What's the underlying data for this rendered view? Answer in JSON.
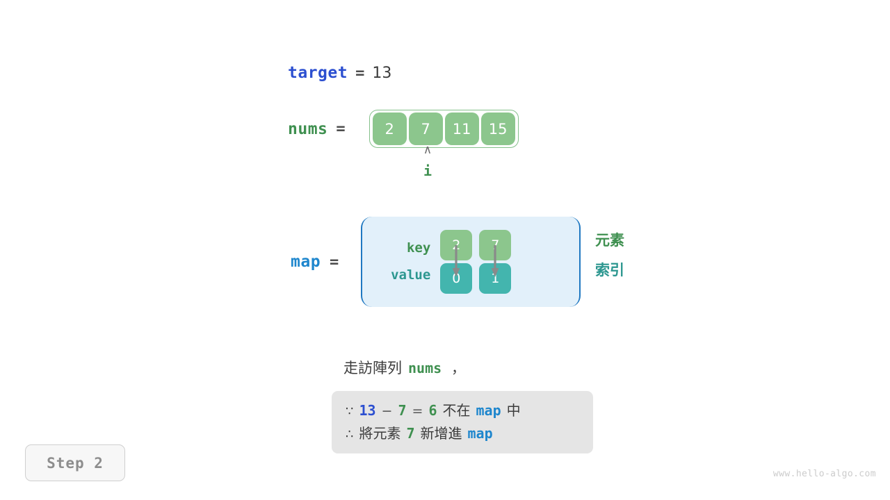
{
  "target": {
    "name": "target",
    "equals": "=",
    "value": "13"
  },
  "nums": {
    "name": "nums",
    "equals": "=",
    "cells": [
      "2",
      "7",
      "11",
      "15"
    ]
  },
  "pointer": {
    "caret": "∧",
    "label": "i",
    "index": 1
  },
  "map": {
    "name": "map",
    "equals": "=",
    "row_labels": {
      "key": "key",
      "value": "value"
    },
    "entries": [
      {
        "key": "2",
        "value": "0"
      },
      {
        "key": "7",
        "value": "1"
      }
    ]
  },
  "legend": {
    "element": "元素",
    "index": "索引"
  },
  "caption": {
    "text": "走訪陣列",
    "code": "nums",
    "punct": "，"
  },
  "note": {
    "line1": {
      "because_symbol": "∵",
      "target_value": "13",
      "minus": "−",
      "current_value": "7",
      "equals": "=",
      "difference": "6",
      "text_not_in": "不在",
      "map_name": "map",
      "text_in": "中"
    },
    "line2": {
      "therefore_symbol": "∴",
      "text_add_element": "將元素",
      "element_value": "7",
      "text_insert_into": "新增進",
      "map_name": "map"
    }
  },
  "step_badge": "Step 2",
  "watermark": "www.hello-algo.com",
  "colors": {
    "blue_target": "#2c4fd0",
    "blue_map": "#1e86cd",
    "green": "#3f9050",
    "green_cell": "#8cc68d",
    "teal_cell": "#43b5ae",
    "teal_text": "#2d9790",
    "map_bg": "#e2f0fa",
    "map_border": "#1f78c1",
    "note_bg": "#e5e5e5",
    "gray_text": "#3b3b3b",
    "arrow_gray": "#8a8a8a"
  }
}
